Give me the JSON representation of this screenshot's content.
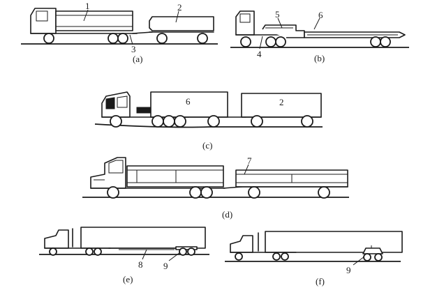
{
  "labels": {
    "n1": "1",
    "n2": "2",
    "n3": "3",
    "n4": "4",
    "n5": "5",
    "n6": "6",
    "n7": "7",
    "n8": "8",
    "n9": "9"
  },
  "captions": {
    "a": "(a)",
    "b": "(b)",
    "c": "(c)",
    "d": "(d)",
    "e": "(e)",
    "f": "(f)"
  }
}
